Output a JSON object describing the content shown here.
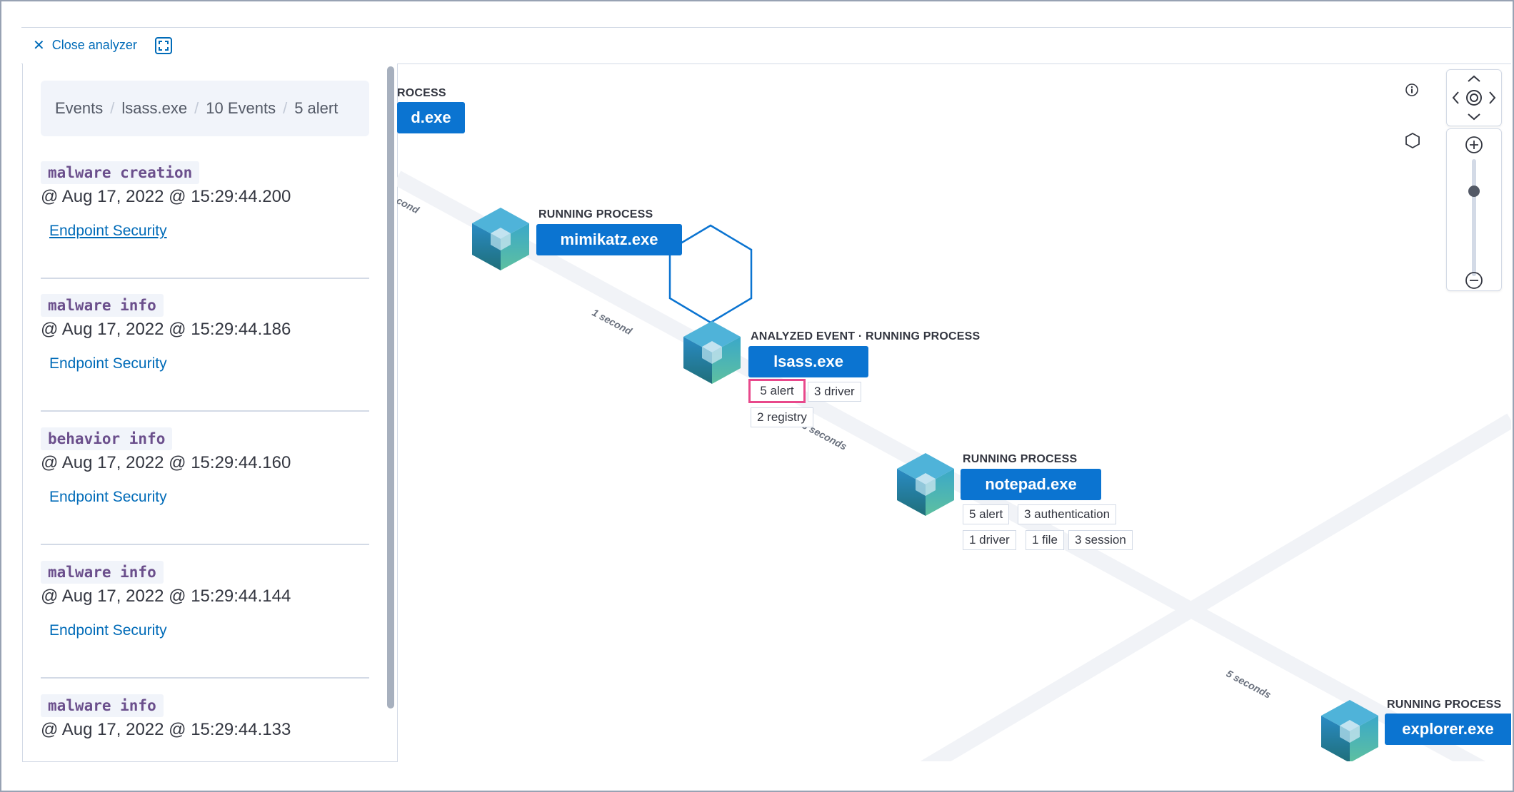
{
  "toolbar": {
    "close_label": "Close analyzer",
    "close_icon": "cross-icon",
    "fullscreen_icon": "fullscreen-icon"
  },
  "breadcrumb": {
    "items": [
      "Events",
      "lsass.exe",
      "10 Events",
      "5 alert"
    ]
  },
  "events": [
    {
      "type": "malware creation",
      "timestamp": "@ Aug 17, 2022 @ 15:29:44.200",
      "source": "Endpoint Security"
    },
    {
      "type": "malware info",
      "timestamp": "@ Aug 17, 2022 @ 15:29:44.186",
      "source": "Endpoint Security"
    },
    {
      "type": "behavior info",
      "timestamp": "@ Aug 17, 2022 @ 15:29:44.160",
      "source": "Endpoint Security"
    },
    {
      "type": "malware info",
      "timestamp": "@ Aug 17, 2022 @ 15:29:44.144",
      "source": "Endpoint Security"
    },
    {
      "type": "malware info",
      "timestamp": "@ Aug 17, 2022 @ 15:29:44.133",
      "source": ""
    }
  ],
  "graph": {
    "nodes": [
      {
        "title": "ROCESS",
        "name": "d.exe",
        "pills": []
      },
      {
        "title": "RUNNING PROCESS",
        "name": "mimikatz.exe",
        "pills": []
      },
      {
        "title": "ANALYZED EVENT · RUNNING PROCESS",
        "name": "lsass.exe",
        "pills": [
          "5 alert",
          "3 driver",
          "2 registry"
        ]
      },
      {
        "title": "RUNNING PROCESS",
        "name": "notepad.exe",
        "pills": [
          "5 alert",
          "3 authentication",
          "1 driver",
          "1 file",
          "3 session"
        ]
      },
      {
        "title": "RUNNING PROCESS",
        "name": "explorer.exe",
        "pills": []
      }
    ],
    "edges": [
      "cond",
      "1 second",
      "3 seconds",
      "5 seconds"
    ],
    "colors": {
      "node_button": "#0b74d1",
      "highlight": "#e8488b",
      "edge": "#f1f3f7"
    }
  },
  "controls": {
    "info_icon": "info-icon",
    "schema_icon": "hexagon-icon",
    "pan_icons": [
      "chevron-up-icon",
      "chevron-left-icon",
      "center-icon",
      "chevron-right-icon",
      "chevron-down-icon"
    ],
    "zoom_in_icon": "zoom-in-icon",
    "zoom_out_icon": "zoom-out-icon",
    "zoom_level": 0.75
  }
}
